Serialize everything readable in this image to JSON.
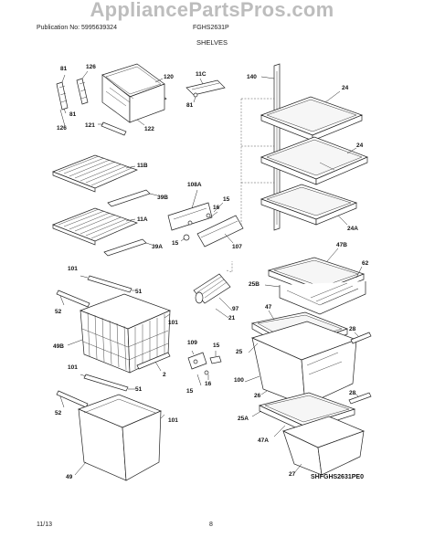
{
  "watermark": "AppliancePartsPros.com",
  "header": {
    "publication": "Publication No: 5995639324",
    "model": "FGHS2631P",
    "section_title": "SHELVES"
  },
  "footer": {
    "date": "11/13",
    "page": "8"
  },
  "figure_id": "SHFGHS2631PE0",
  "part_labels": {
    "p81a": "81",
    "p126a": "126",
    "p120": "120",
    "p81b": "81",
    "p126b": "126",
    "p121": "121",
    "p122": "122",
    "p11c": "11C",
    "p81c": "81",
    "p140": "140",
    "p24a": "24",
    "p24b": "24",
    "p11b": "11B",
    "p39b": "39B",
    "p108a": "108A",
    "p15a": "15",
    "p16a": "16",
    "p11a": "11A",
    "p39a": "39A",
    "p15b": "15",
    "p107": "107",
    "p24A": "24A",
    "p47b": "47B",
    "p62": "62",
    "p25b": "25B",
    "p101a": "101",
    "p51a": "51",
    "p52a": "52",
    "p97": "97",
    "p21": "21",
    "p47": "47",
    "p101b": "101",
    "p49b": "49B",
    "p109": "109",
    "p15c": "15",
    "p25": "25",
    "p28a": "28",
    "p2": "2",
    "p101c": "101",
    "p16b": "16",
    "p100": "100",
    "p15d": "15",
    "p51b": "51",
    "p26": "26",
    "p28b": "28",
    "p52b": "52",
    "p25a": "25A",
    "p101d": "101",
    "p47a": "47A",
    "p49": "49",
    "p27": "27"
  }
}
